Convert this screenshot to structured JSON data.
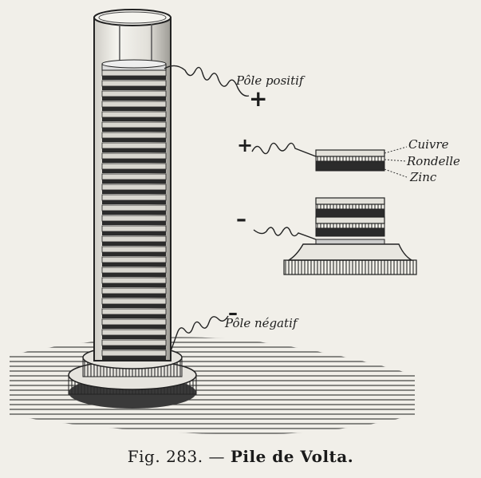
{
  "labels": {
    "pole_positif": "Pôle positif",
    "pole_negatif": "Pôle négatif",
    "cuivre": "Cuivre",
    "rondelle": "Rondelle",
    "zinc": "Zinc"
  },
  "signs": {
    "plus": "+",
    "minus": "–"
  },
  "caption": {
    "number": "Fig. 283.",
    "dash": " — ",
    "title": "Pile de Volta."
  },
  "colors": {
    "ink": "#1e1e1e",
    "paper": "#f1efe9",
    "copper_disc": "#d9d7d0",
    "zinc_disc": "#2b2b2b"
  }
}
